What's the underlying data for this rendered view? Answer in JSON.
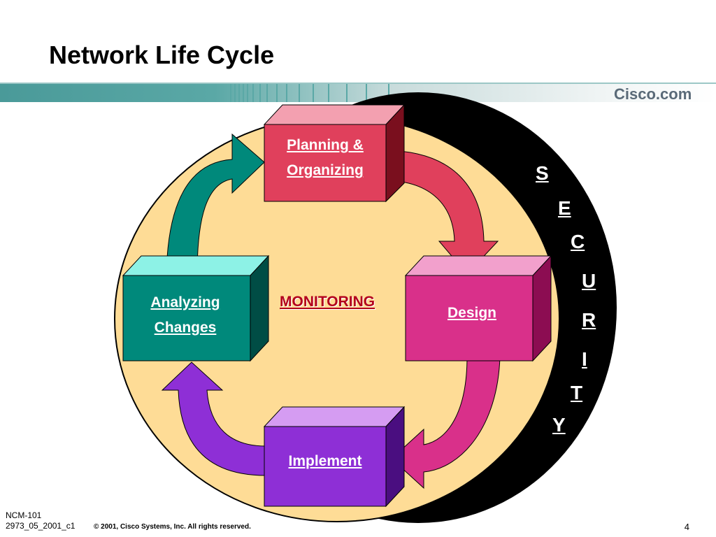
{
  "slide": {
    "title": "Network Life Cycle",
    "brand": "Cisco.com",
    "center_label": "MONITORING",
    "side_letters": [
      "S",
      "E",
      "C",
      "U",
      "R",
      "I",
      "T",
      "Y"
    ],
    "boxes": {
      "planning": {
        "line1": "Planning &",
        "line2": "Organizing",
        "color": "#e0405c"
      },
      "design": {
        "line1": "Design",
        "color": "#d9308a"
      },
      "implement": {
        "line1": "Implement",
        "color": "#8e2fd6"
      },
      "analyzing": {
        "line1": "Analyzing",
        "line2": "Changes",
        "color": "#00897b"
      }
    },
    "footer": {
      "course": "NCM-101",
      "code": "2973_05_2001_c1",
      "copyright": "© 2001, Cisco Systems, Inc. All rights reserved.",
      "page": "4"
    }
  }
}
